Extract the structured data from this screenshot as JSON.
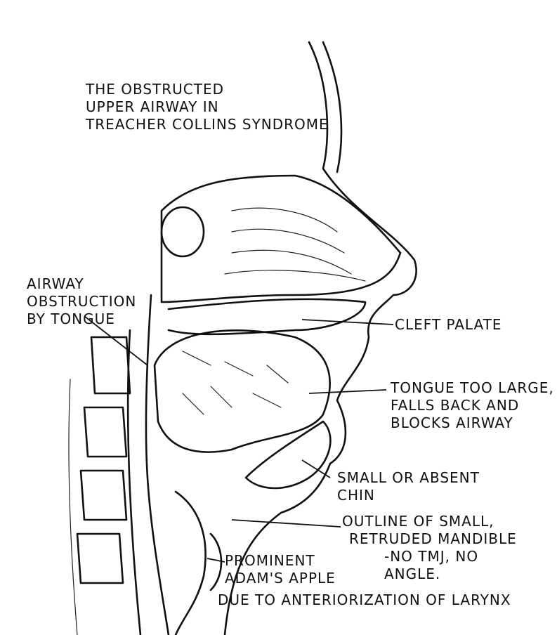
{
  "title": [
    "THE OBSTRUCTED",
    "UPPER AIRWAY IN",
    "TREACHER COLLINS SYNDROME"
  ],
  "labels": {
    "airway_obstruction": [
      "AIRWAY",
      "OBSTRUCTION",
      "BY TONGUE"
    ],
    "cleft_palate": "CLEFT PALATE",
    "tongue": [
      "TONGUE TOO LARGE,",
      "FALLS BACK AND",
      "BLOCKS AIRWAY"
    ],
    "chin": [
      "SMALL OR ABSENT",
      "CHIN"
    ],
    "mandible": [
      "OUTLINE OF SMALL,",
      "RETRUDED MANDIBLE",
      "-NO TMJ, NO",
      "ANGLE."
    ],
    "adams_apple": [
      "PROMINENT",
      "ADAM'S APPLE",
      "DUE TO ANTERIORIZATION OF LARYNX"
    ]
  },
  "colors": {
    "ink": "#111111",
    "paper": "#ffffff"
  }
}
